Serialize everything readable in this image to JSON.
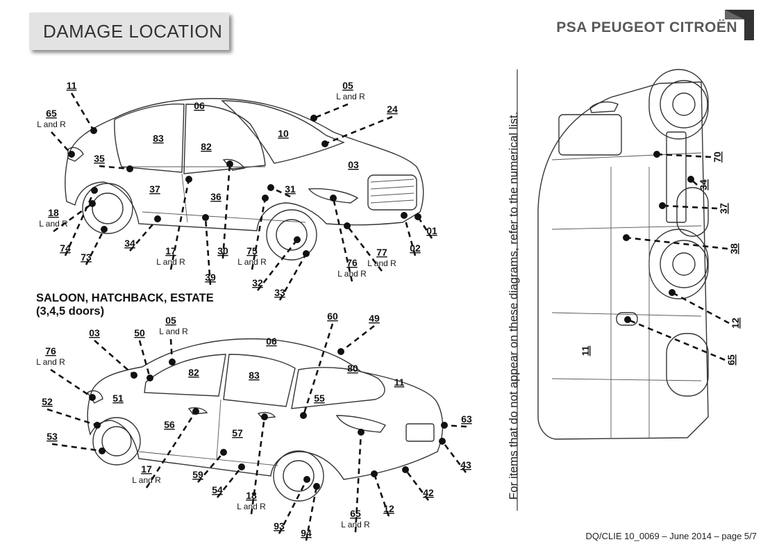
{
  "header": {
    "title": "DAMAGE LOCATION",
    "brand": "PSA PEUGEOT CITROËN"
  },
  "side_note": "For items that do not appear on these diagrams, refer to the numerical list.",
  "section_title": [
    "SALOON, HATCHBACK, ESTATE",
    "(3,4,5 doors)"
  ],
  "footer": "DQ/CLIE 10_0069 – June 2014 – page 5/7",
  "top_car_labels": [
    {
      "id": "t11",
      "num": "11",
      "sub": ""
    },
    {
      "id": "t65",
      "num": "65",
      "sub": "L and R"
    },
    {
      "id": "t06",
      "num": "06",
      "sub": ""
    },
    {
      "id": "t05",
      "num": "05",
      "sub": "L and R"
    },
    {
      "id": "t24",
      "num": "24",
      "sub": ""
    },
    {
      "id": "t10",
      "num": "10",
      "sub": ""
    },
    {
      "id": "t83",
      "num": "83",
      "sub": ""
    },
    {
      "id": "t82",
      "num": "82",
      "sub": ""
    },
    {
      "id": "t35",
      "num": "35",
      "sub": ""
    },
    {
      "id": "t03",
      "num": "03",
      "sub": ""
    },
    {
      "id": "t37",
      "num": "37",
      "sub": ""
    },
    {
      "id": "t31",
      "num": "31",
      "sub": ""
    },
    {
      "id": "t36",
      "num": "36",
      "sub": ""
    },
    {
      "id": "t18",
      "num": "18",
      "sub": "L and R"
    },
    {
      "id": "t01",
      "num": "01",
      "sub": ""
    },
    {
      "id": "t02",
      "num": "02",
      "sub": ""
    },
    {
      "id": "t77",
      "num": "77",
      "sub": "L and R"
    },
    {
      "id": "t76",
      "num": "76",
      "sub": "L and R"
    },
    {
      "id": "t74",
      "num": "74",
      "sub": ""
    },
    {
      "id": "t73",
      "num": "73",
      "sub": ""
    },
    {
      "id": "t34",
      "num": "34",
      "sub": ""
    },
    {
      "id": "t17",
      "num": "17",
      "sub": "L and R"
    },
    {
      "id": "t30",
      "num": "30",
      "sub": ""
    },
    {
      "id": "t75",
      "num": "75",
      "sub": "L and R"
    },
    {
      "id": "t39",
      "num": "39",
      "sub": ""
    },
    {
      "id": "t32",
      "num": "32",
      "sub": ""
    },
    {
      "id": "t33",
      "num": "33",
      "sub": ""
    }
  ],
  "bottom_car_labels": [
    {
      "id": "b03",
      "num": "03",
      "sub": ""
    },
    {
      "id": "b50",
      "num": "50",
      "sub": ""
    },
    {
      "id": "b05",
      "num": "05",
      "sub": "L and R"
    },
    {
      "id": "b06",
      "num": "06",
      "sub": ""
    },
    {
      "id": "b60",
      "num": "60",
      "sub": ""
    },
    {
      "id": "b49",
      "num": "49",
      "sub": ""
    },
    {
      "id": "b76",
      "num": "76",
      "sub": "L and R"
    },
    {
      "id": "b82",
      "num": "82",
      "sub": ""
    },
    {
      "id": "b83",
      "num": "83",
      "sub": ""
    },
    {
      "id": "b80",
      "num": "80",
      "sub": ""
    },
    {
      "id": "b11",
      "num": "11",
      "sub": ""
    },
    {
      "id": "b52",
      "num": "52",
      "sub": ""
    },
    {
      "id": "b51",
      "num": "51",
      "sub": ""
    },
    {
      "id": "b55",
      "num": "55",
      "sub": ""
    },
    {
      "id": "b53",
      "num": "53",
      "sub": ""
    },
    {
      "id": "b56",
      "num": "56",
      "sub": ""
    },
    {
      "id": "b57",
      "num": "57",
      "sub": ""
    },
    {
      "id": "b63",
      "num": "63",
      "sub": ""
    },
    {
      "id": "b43",
      "num": "43",
      "sub": ""
    },
    {
      "id": "b17",
      "num": "17",
      "sub": "L and R"
    },
    {
      "id": "b59",
      "num": "59",
      "sub": ""
    },
    {
      "id": "b54",
      "num": "54",
      "sub": ""
    },
    {
      "id": "b42",
      "num": "42",
      "sub": ""
    },
    {
      "id": "b18",
      "num": "18",
      "sub": "L and R"
    },
    {
      "id": "b12",
      "num": "12",
      "sub": ""
    },
    {
      "id": "b65",
      "num": "65",
      "sub": "L and R"
    },
    {
      "id": "b93",
      "num": "93",
      "sub": ""
    },
    {
      "id": "b94",
      "num": "94",
      "sub": ""
    }
  ],
  "van_labels": [
    {
      "id": "v70",
      "num": "70",
      "sub": ""
    },
    {
      "id": "v34",
      "num": "34",
      "sub": ""
    },
    {
      "id": "v37",
      "num": "37",
      "sub": ""
    },
    {
      "id": "v38",
      "num": "38",
      "sub": ""
    },
    {
      "id": "v12",
      "num": "12",
      "sub": ""
    },
    {
      "id": "v65",
      "num": "65",
      "sub": ""
    },
    {
      "id": "v11",
      "num": "11",
      "sub": ""
    }
  ]
}
